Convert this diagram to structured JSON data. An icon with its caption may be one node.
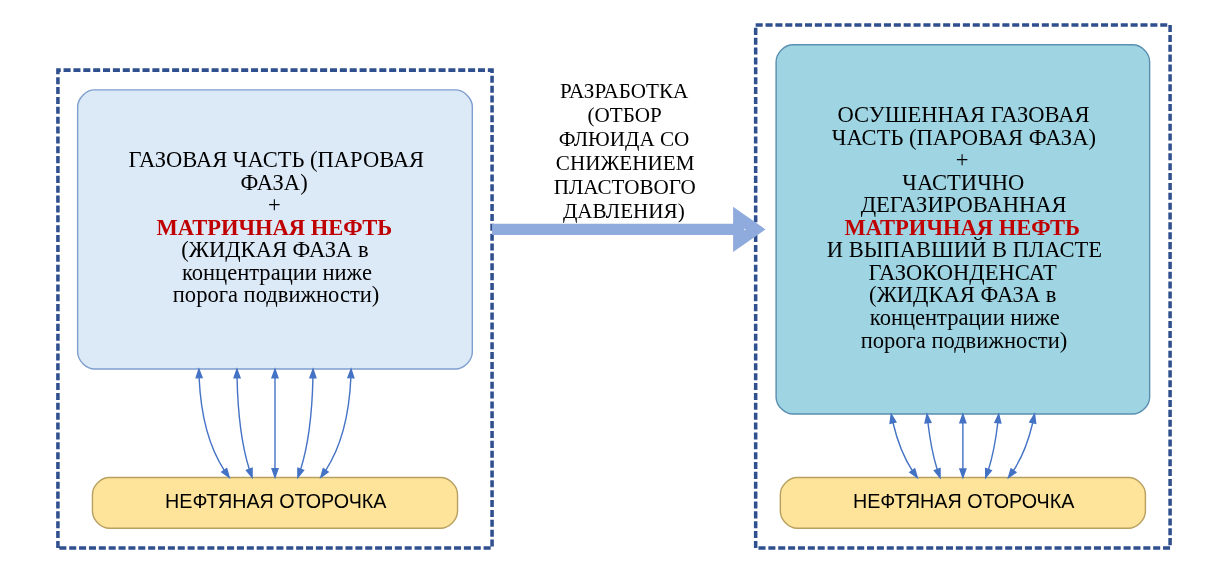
{
  "diagram": {
    "nodes": [
      {
        "text": [],
        "shape": "box"
      },
      {
        "text": [
          "ГАЗОВАЯ ЧАСТЬ (ПАРОВАЯ ФАЗА)",
          "+",
          "МАТРИЧНАЯ НЕФТЬ",
          "(ЖИДКАЯ ФАЗА в концентрации ниже порога подвижности)"
        ],
        "in": 0
      },
      {
        "text": [
          "НЕФТЯНАЯ ОТОРОЧКА"
        ],
        "in": 0
      },
      {
        "text": [],
        "shape": "box"
      },
      {
        "text": [
          "ОСУШЕННАЯ ГАЗОВАЯ ЧАСТЬ (ПАРОВАЯ ФАЗА)",
          "+",
          "ЧАСТИЧНО ДЕГАЗИРОВАННАЯ",
          "МАТРИЧНАЯ НЕФТЬ",
          "И ВЫПАВШИЙ В ПЛАСТЕ ГАЗОКОНДЕНСАТ",
          "(ЖИДКАЯ ФАЗА в концентрации ниже порога подвижности)"
        ],
        "in": 3
      },
      {
        "text": [
          "НЕФТЯНАЯ ОТОРОЧКА"
        ],
        "in": 3
      }
    ],
    "edges": [
      {
        "from": 1,
        "to": 2,
        "arrow": "both"
      },
      {
        "from": 1,
        "to": 2,
        "arrow": "both"
      },
      {
        "from": 1,
        "to": 2,
        "arrow": "both"
      },
      {
        "from": 1,
        "to": 2,
        "arrow": "both"
      },
      {
        "from": 1,
        "to": 2,
        "arrow": "both"
      },
      {
        "from": 0,
        "to": 3,
        "arrow": "to",
        "label": "РАЗРАБОТКА (ОТБОР ФЛЮИДА СО СНИЖЕНИЕМ ПЛАСТОВОГО ДАВЛЕНИЯ)",
        "style": "thick",
        "color": "#8faadc"
      },
      {
        "from": 4,
        "to": 5,
        "arrow": "both"
      },
      {
        "from": 4,
        "to": 5,
        "arrow": "both"
      },
      {
        "from": 4,
        "to": 5,
        "arrow": "both"
      },
      {
        "from": 4,
        "to": 5,
        "arrow": "both"
      },
      {
        "from": 4,
        "to": 5,
        "arrow": "both"
      }
    ]
  }
}
